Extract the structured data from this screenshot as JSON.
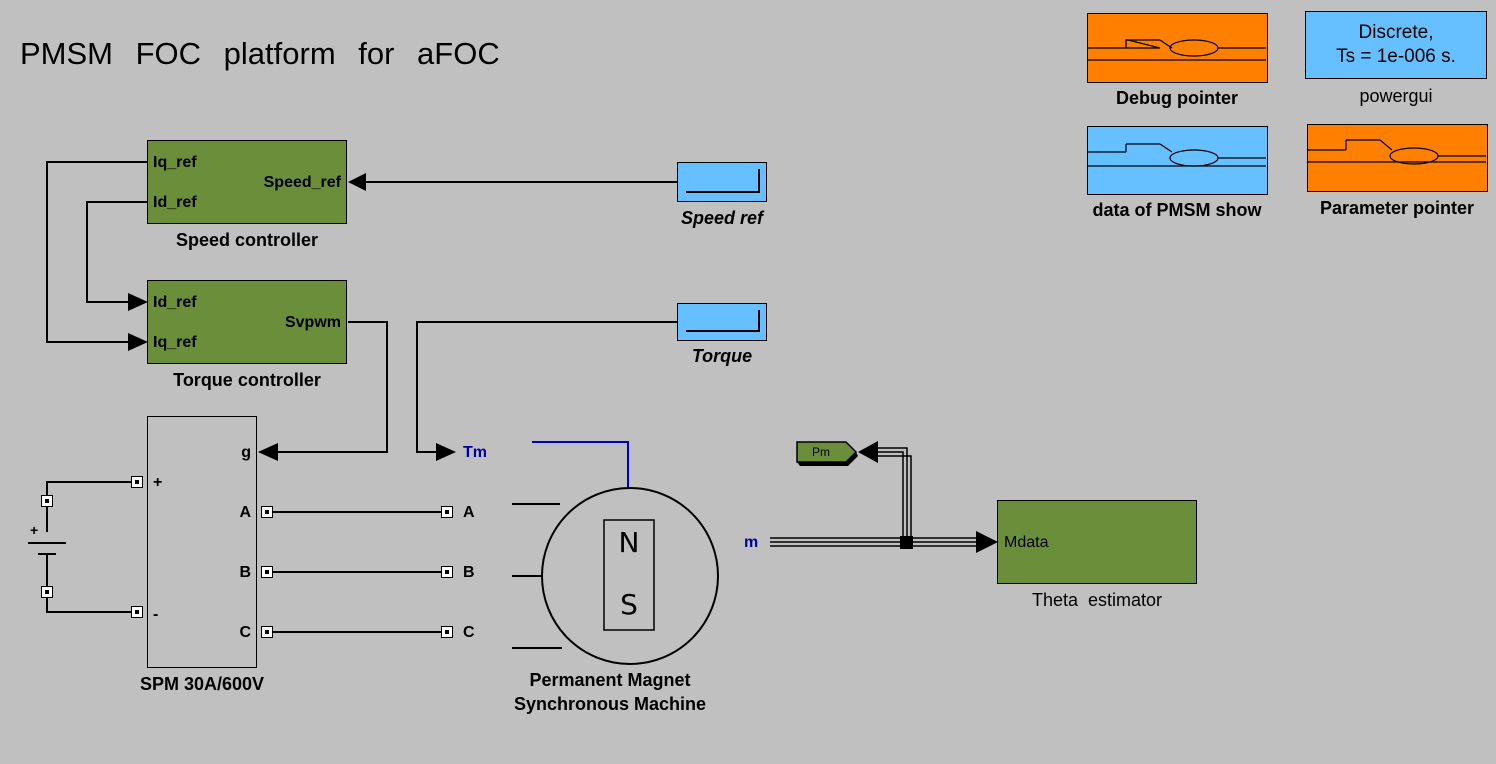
{
  "title": "PMSM FOC platform for aFOC",
  "blocks": {
    "speed_controller": {
      "caption": "Speed controller",
      "ports": {
        "iq_ref": "Iq_ref",
        "id_ref": "Id_ref",
        "speed_ref": "Speed_ref"
      },
      "color": "#6b8e3a"
    },
    "torque_controller": {
      "caption": "Torque controller",
      "ports": {
        "id_ref": "Id_ref",
        "iq_ref": "Iq_ref",
        "svpwm": "Svpwm"
      },
      "color": "#6b8e3a"
    },
    "speed_ref_const": {
      "caption": "Speed ref",
      "color": "#66c0ff"
    },
    "torque_const": {
      "caption": "Torque",
      "color": "#66c0ff"
    },
    "spm": {
      "caption": "SPM 30A/600V",
      "ports": {
        "g": "g",
        "a": "A",
        "b": "B",
        "c": "C",
        "plus": "+",
        "minus": "-"
      }
    },
    "dc_source": {
      "plus": "+"
    },
    "pmsm": {
      "caption_line1": "Permanent Magnet",
      "caption_line2": "Synchronous Machine",
      "ports": {
        "tm": "Tm",
        "a": "A",
        "b": "B",
        "c": "C",
        "m": "m"
      },
      "north": "N",
      "south": "S"
    },
    "pm_goto": {
      "label": "Pm",
      "color": "#6b8e3a"
    },
    "theta_estimator": {
      "caption": "Theta  estimator",
      "ports": {
        "mdata": "Mdata"
      },
      "color": "#6b8e3a"
    },
    "debug_pointer": {
      "caption": "Debug pointer",
      "color": "#ff8000"
    },
    "powergui": {
      "line1": "Discrete,",
      "line2": "Ts = 1e-006 s.",
      "caption": "powergui",
      "color": "#66c0ff"
    },
    "data_show": {
      "caption": "data of PMSM show",
      "color": "#66c0ff"
    },
    "parameter_pointer": {
      "caption": "Parameter pointer",
      "color": "#ff8000"
    }
  }
}
